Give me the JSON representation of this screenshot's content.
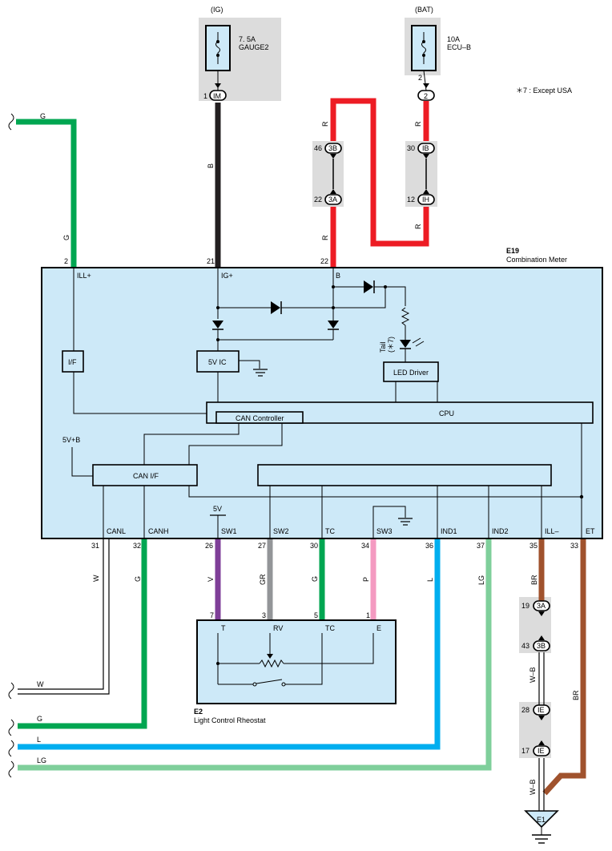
{
  "sources": {
    "ig": {
      "tag": "(IG)",
      "fuse_amp": "7. 5A",
      "fuse_name": "GAUGE2",
      "pin": "1",
      "conn": "IM"
    },
    "bat": {
      "tag": "(BAT)",
      "fuse_amp": "10A",
      "fuse_name": "ECU–B",
      "pin": "2",
      "conn": "2",
      "conn_pin": "2"
    }
  },
  "note": "＊7 : Except USA",
  "combination_meter": {
    "code": "E19",
    "name": "Combination Meter"
  },
  "rheostat": {
    "code": "E2",
    "name": "Light Control Rheostat"
  },
  "ground": {
    "code": "E1"
  },
  "internal": {
    "if_label": "I/F",
    "ic_label": "5V IC",
    "led_driver": "LED Driver",
    "cpu": "CPU",
    "can_controller": "CAN Controller",
    "can_if": "CAN I/F",
    "v5b": "5V+B",
    "v5": "5V",
    "tail": "Tail",
    "tail_note": "(＊7)"
  },
  "terminals": {
    "ill_plus": "ILL+",
    "ig_plus": "IG+",
    "b": "B",
    "canl": "CANL",
    "canh": "CANH",
    "sw1": "SW1",
    "sw2": "SW2",
    "tc": "TC",
    "sw3": "SW3",
    "ind1": "IND1",
    "ind2": "IND2",
    "ill_minus": "ILL–",
    "et": "ET"
  },
  "top_pins": {
    "p2": "2",
    "p21": "21",
    "p22": "22"
  },
  "bottom_pins": {
    "p31": "31",
    "p32": "32",
    "p26": "26",
    "p27": "27",
    "p30": "30",
    "p34": "34",
    "p36": "36",
    "p37": "37",
    "p35": "35",
    "p33": "33"
  },
  "rheo_pins": {
    "p7": "7",
    "p3": "3",
    "p5": "5",
    "p1": "1"
  },
  "rheo_terms": {
    "t": "T",
    "rv": "RV",
    "tc": "TC",
    "e": "E"
  },
  "junctions": {
    "j3b_top": {
      "pin": "46",
      "conn": "3B"
    },
    "j3a_top": {
      "pin": "22",
      "conn": "3A"
    },
    "jib": {
      "pin": "30",
      "conn": "IB"
    },
    "jih": {
      "pin": "12",
      "conn": "IH"
    },
    "j3a_bot": {
      "pin": "19",
      "conn": "3A"
    },
    "j3b_bot": {
      "pin": "43",
      "conn": "3B"
    },
    "jie1": {
      "pin": "28",
      "conn": "IE"
    },
    "jie2": {
      "pin": "17",
      "conn": "IE"
    }
  },
  "wire_labels": {
    "g_top": "G",
    "g_vert": "G",
    "b": "B",
    "r1": "R",
    "r2": "R",
    "r3": "R",
    "r4": "R",
    "w": "W",
    "g_canh": "G",
    "v": "V",
    "gr": "GR",
    "g_tc": "G",
    "p": "P",
    "l": "L",
    "lg": "LG",
    "br1": "BR",
    "wb1": "W–B",
    "br2": "BR",
    "wb2": "W–B",
    "w_left": "W",
    "g_left": "G",
    "l_left": "L",
    "lg_left": "LG"
  },
  "colors": {
    "green": "#00a651",
    "black": "#231f20",
    "red": "#ed1c24",
    "purple": "#7f3f98",
    "gray": "#939598",
    "pink": "#f49ac1",
    "blue": "#00aeef",
    "light_green": "#7fcf9b",
    "brown": "#a0522d",
    "box_fill": "#cde9f8"
  }
}
